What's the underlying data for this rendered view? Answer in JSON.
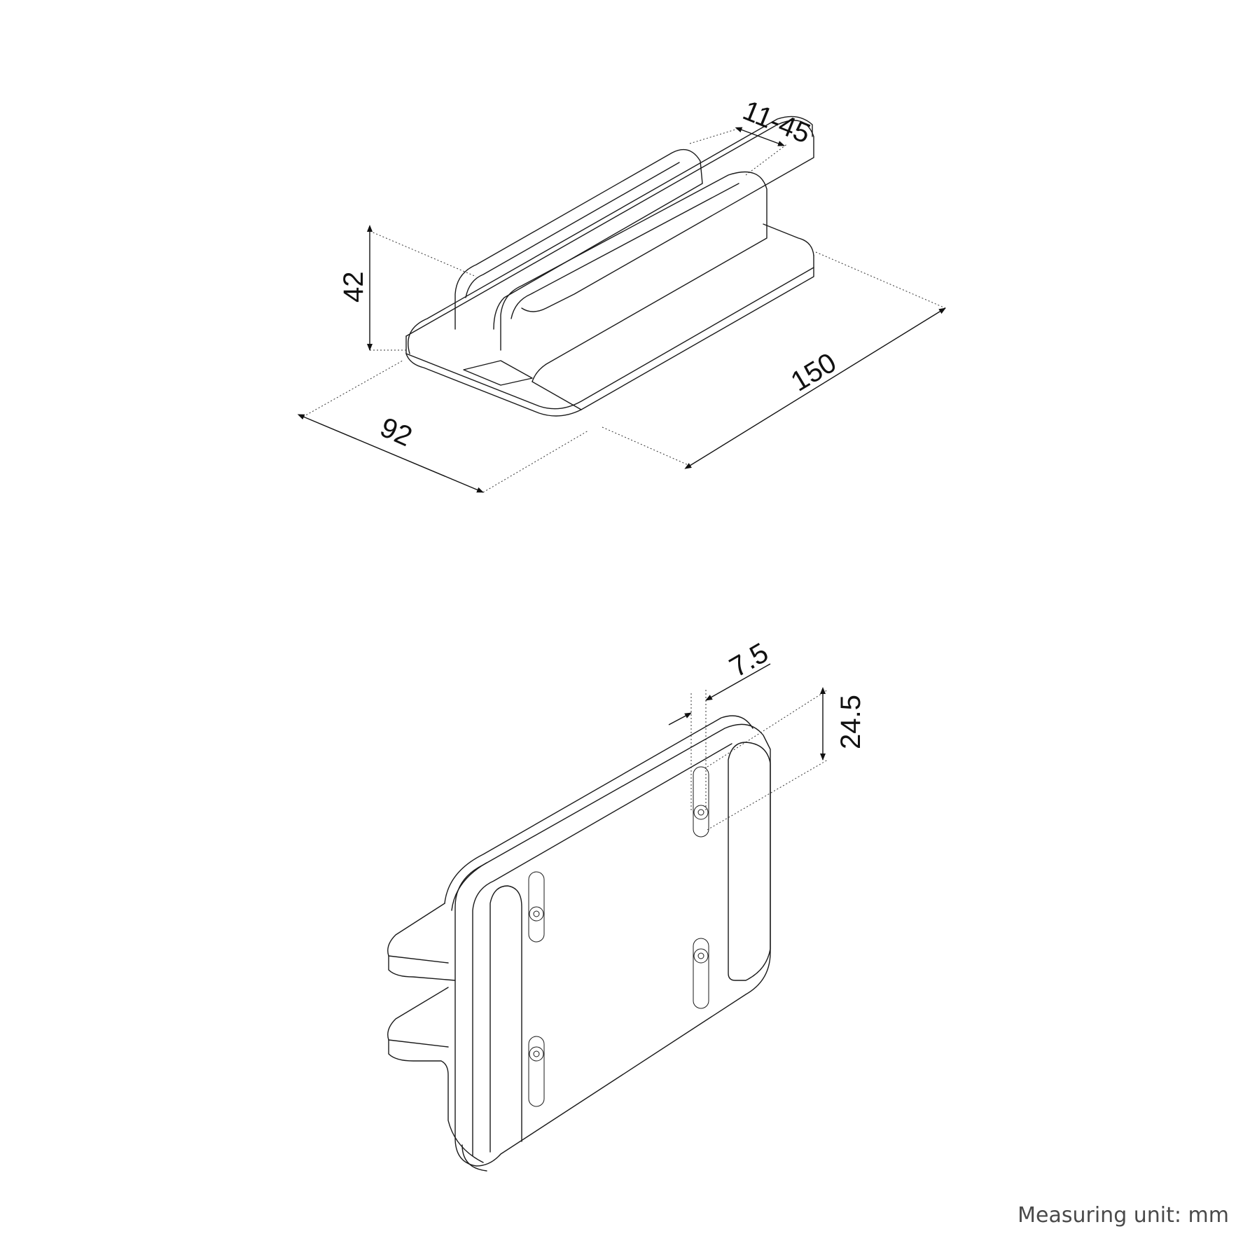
{
  "views": [
    {
      "name": "top-isometric-view",
      "dimensions": {
        "slot_width": "11-45",
        "height": "42",
        "length": "150",
        "depth": "92"
      }
    },
    {
      "name": "bottom-isometric-view",
      "dimensions": {
        "slot_offset": "7.5",
        "slot_length": "24.5"
      }
    }
  ],
  "footer": {
    "unit_note": "Measuring unit: mm"
  }
}
